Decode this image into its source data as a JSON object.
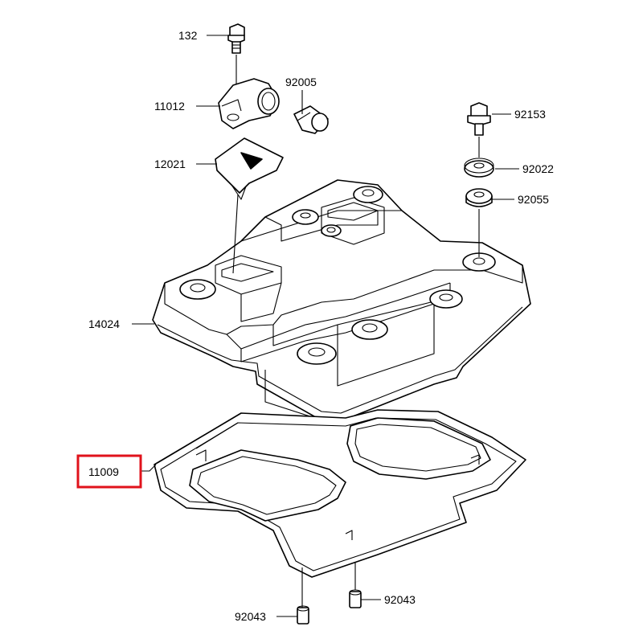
{
  "highlight_color": "#e0121b",
  "parts": [
    {
      "id": "p132",
      "label": "132",
      "name": "bolt"
    },
    {
      "id": "p11012",
      "label": "11012",
      "name": "breather-cap"
    },
    {
      "id": "p92005",
      "label": "92005",
      "name": "fitting"
    },
    {
      "id": "p12021",
      "label": "12021",
      "name": "cover-plate"
    },
    {
      "id": "p92153",
      "label": "92153",
      "name": "bolt"
    },
    {
      "id": "p92022",
      "label": "92022",
      "name": "washer"
    },
    {
      "id": "p92055",
      "label": "92055",
      "name": "grommet"
    },
    {
      "id": "p14024",
      "label": "14024",
      "name": "head-cover"
    },
    {
      "id": "p11009",
      "label": "11009",
      "name": "gasket",
      "highlighted": true
    },
    {
      "id": "p92043a",
      "label": "92043",
      "name": "pin"
    },
    {
      "id": "p92043b",
      "label": "92043",
      "name": "pin"
    }
  ]
}
